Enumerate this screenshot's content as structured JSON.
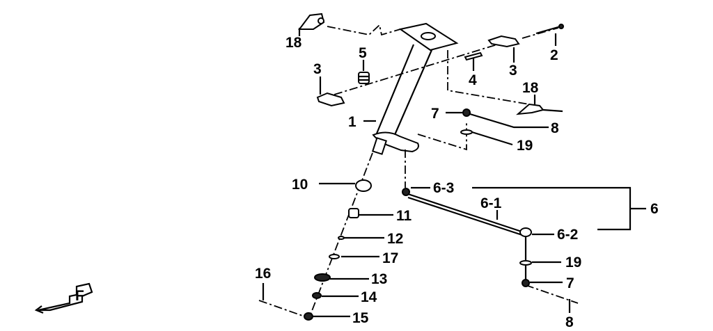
{
  "diagram": {
    "title": "Steering column exploded parts diagram",
    "direction_marker": "F",
    "callouts": [
      {
        "id": "c18a",
        "text": "18"
      },
      {
        "id": "c5",
        "text": "5"
      },
      {
        "id": "c3a",
        "text": "3"
      },
      {
        "id": "c1",
        "text": "1"
      },
      {
        "id": "c2",
        "text": "2"
      },
      {
        "id": "c3b",
        "text": "3"
      },
      {
        "id": "c4",
        "text": "4"
      },
      {
        "id": "c18b",
        "text": "18"
      },
      {
        "id": "c7a",
        "text": "7"
      },
      {
        "id": "c8a",
        "text": "8"
      },
      {
        "id": "c19a",
        "text": "19"
      },
      {
        "id": "c10",
        "text": "10"
      },
      {
        "id": "c6_3",
        "text": "6-3"
      },
      {
        "id": "c6_1",
        "text": "6-1"
      },
      {
        "id": "c6",
        "text": "6"
      },
      {
        "id": "c11",
        "text": "11"
      },
      {
        "id": "c6_2",
        "text": "6-2"
      },
      {
        "id": "c12",
        "text": "12"
      },
      {
        "id": "c17",
        "text": "17"
      },
      {
        "id": "c19b",
        "text": "19"
      },
      {
        "id": "c16",
        "text": "16"
      },
      {
        "id": "c13",
        "text": "13"
      },
      {
        "id": "c7b",
        "text": "7"
      },
      {
        "id": "c14",
        "text": "14"
      },
      {
        "id": "c15",
        "text": "15"
      },
      {
        "id": "c8b",
        "text": "8"
      }
    ]
  }
}
